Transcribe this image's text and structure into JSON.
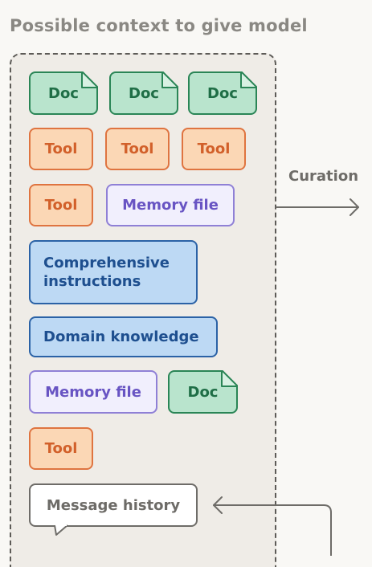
{
  "title": "Possible context to give model",
  "items": {
    "doc_1": "Doc",
    "doc_2": "Doc",
    "doc_3": "Doc",
    "tool_1": "Tool",
    "tool_2": "Tool",
    "tool_3": "Tool",
    "tool_4": "Tool",
    "memory_file_1": "Memory file",
    "comprehensive_instructions": "Comprehensive instructions",
    "domain_knowledge": "Domain knowledge",
    "memory_file_2": "Memory file",
    "doc_4": "Doc",
    "tool_5": "Tool",
    "message_history": "Message history"
  },
  "curation_label": "Curation",
  "colors": {
    "doc_fill": "#b9e4cd",
    "doc_border": "#2a8556",
    "tool_fill": "#fbd7b5",
    "tool_border": "#df7440",
    "memory_fill": "#f1effd",
    "memory_border": "#8f80d6",
    "blue_fill": "#bdd9f4",
    "blue_border": "#2b62a6",
    "panel_fill": "#efece7",
    "arrow": "#6e6c68"
  }
}
